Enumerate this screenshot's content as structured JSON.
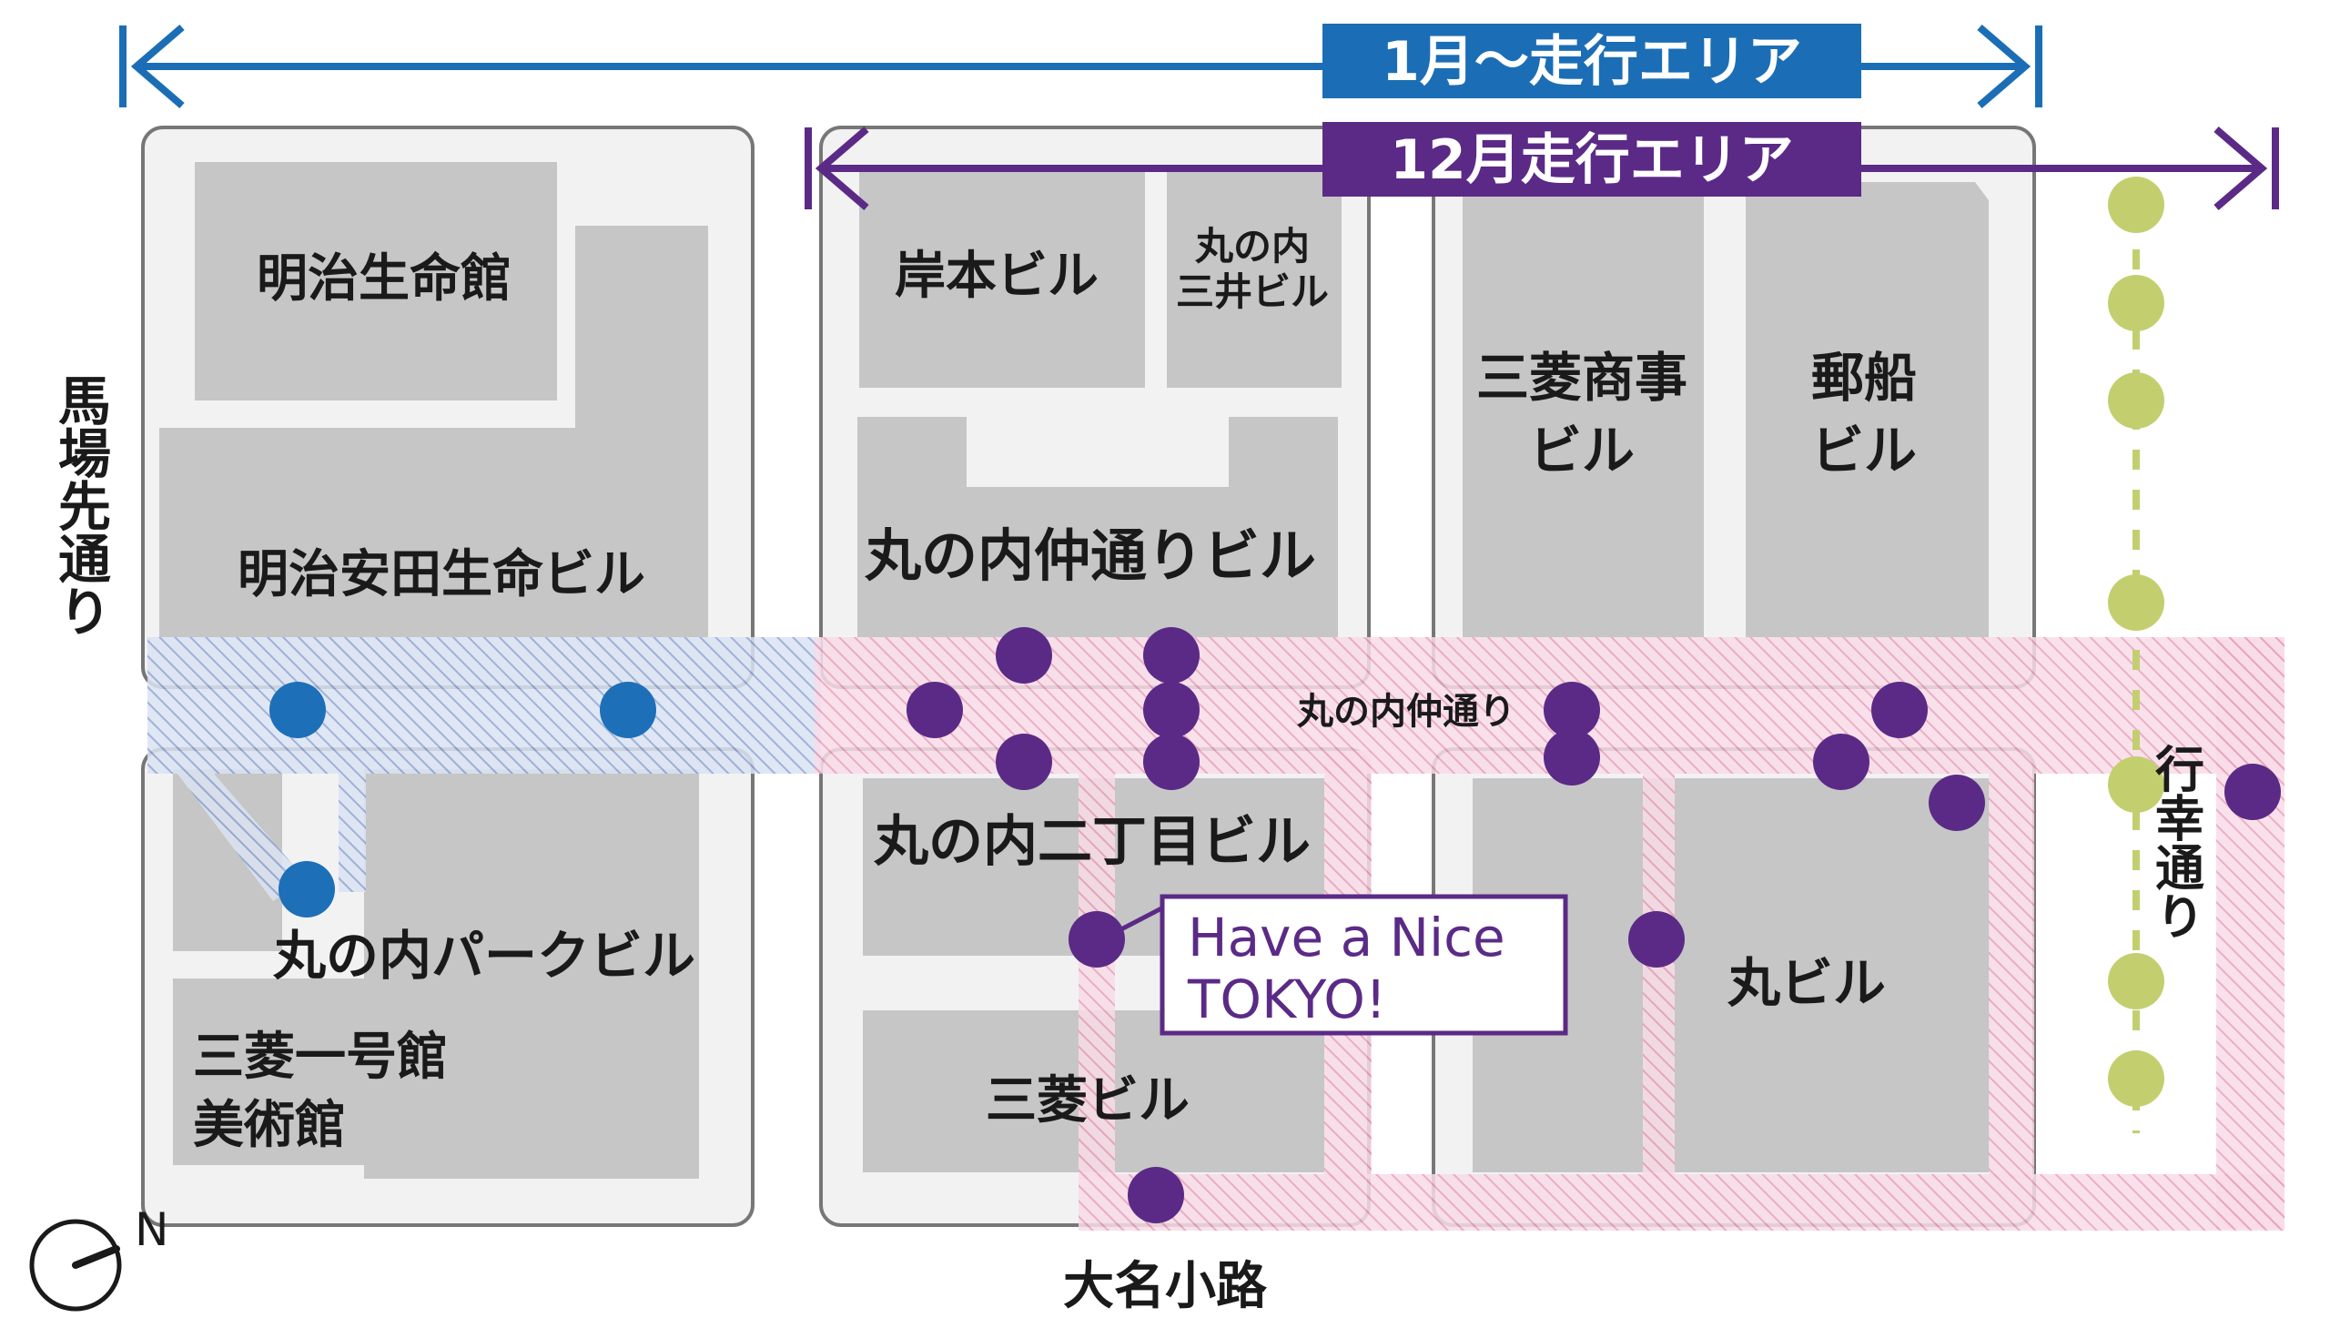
{
  "map": {
    "colors": {
      "block_fill": "#f2f2f3",
      "block_stroke": "#777777",
      "building_fill": "#c6c6c6",
      "zone_blue": "#8ea4d2",
      "zone_pink": "#e8a0bb",
      "route_blue": "#1d6fb8",
      "route_purple": "#5b2a86",
      "tree_green": "#c3cf6f",
      "line_blue": "#1b6eb5",
      "banner_blue": "#1b6eb5",
      "banner_purple": "#5b2a86"
    },
    "areas": {
      "january_area": "1月～走行エリア",
      "december_area": "12月走行エリア"
    },
    "buildings": {
      "meiji_seimeikan": "明治生命館",
      "meiji_yasuda": "明治安田生命ビル",
      "kishimoto": "岸本ビル",
      "mitsui_line1": "丸の内",
      "mitsui_line2": "三井ビル",
      "naka_dori_bldg": "丸の内仲通りビル",
      "mitsubishi_shoji_line1": "三菱商事",
      "mitsubishi_shoji_line2": "ビル",
      "yusen_line1": "郵船",
      "yusen_line2": "ビル",
      "park_bldg": "丸の内パークビル",
      "ichigokan_line1": "三菱一号館",
      "ichigokan_line2": "美術館",
      "nichome": "丸の内二丁目ビル",
      "mitsubishi_bldg": "三菱ビル",
      "maru_bldg": "丸ビル"
    },
    "streets": {
      "babasaki": "馬場先通り",
      "naka_dori": "丸の内仲通り",
      "gyoko": "行幸通り",
      "daimyo_koji": "大名小路"
    },
    "callout": {
      "line1": "Have a Nice",
      "line2": "TOKYO!"
    },
    "compass_label": "N"
  }
}
